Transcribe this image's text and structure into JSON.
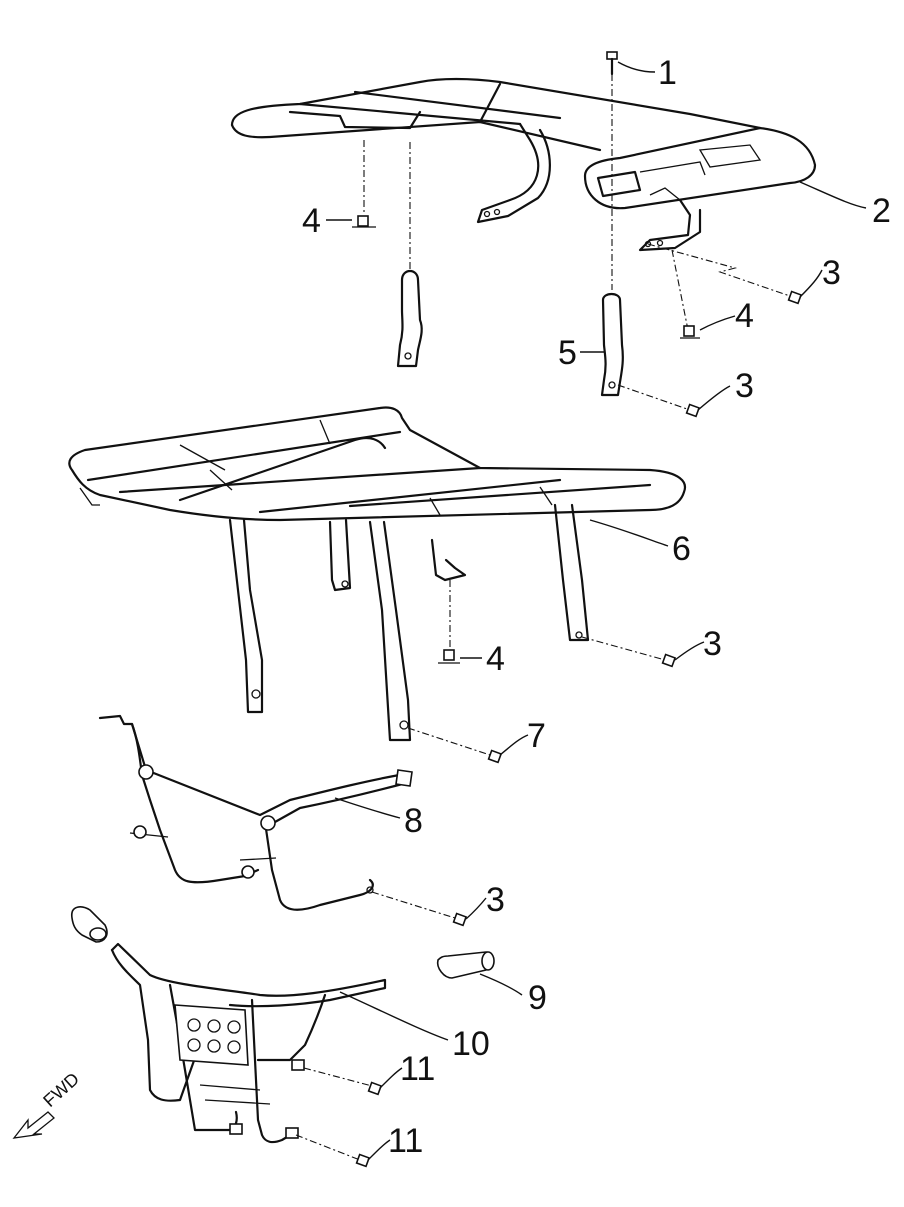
{
  "callouts": {
    "c1": "1",
    "c2": "2",
    "c3a": "3",
    "c4a": "4",
    "c4b": "4",
    "c5": "5",
    "c3b": "3",
    "c6": "6",
    "c4c": "4",
    "c3c": "3",
    "c7": "7",
    "c8": "8",
    "c3d": "3",
    "c9": "9",
    "c10": "10",
    "c11a": "11",
    "c11b": "11"
  },
  "direction": {
    "label": "FWD"
  }
}
